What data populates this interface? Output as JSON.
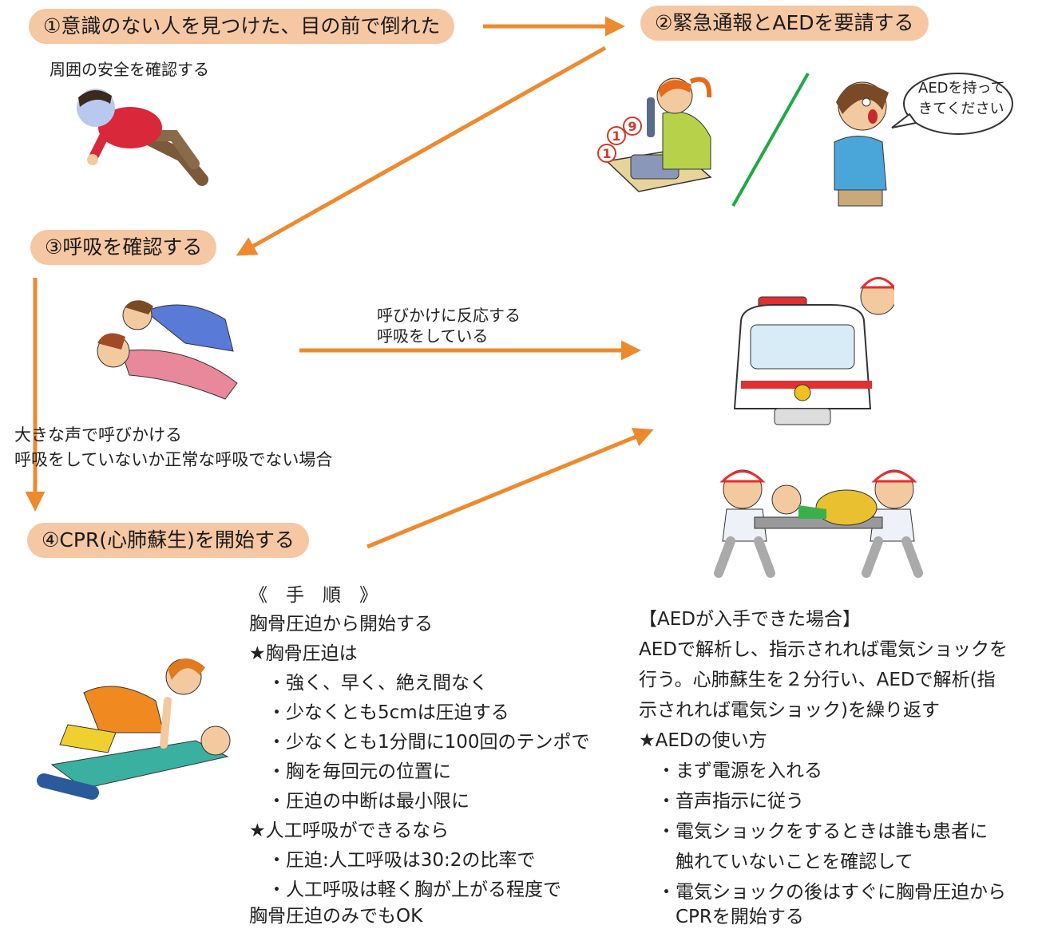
{
  "steps": {
    "s1": "①意識のない人を見つけた、目の前で倒れた",
    "s2": "②緊急通報とAEDを要請する",
    "s3": "③呼吸を確認する",
    "s4": "④CPR(心肺蘇生)を開始する"
  },
  "notes": {
    "safety": "周囲の安全を確認する",
    "speech_line1": "AEDを持って",
    "speech_line2": "きてください",
    "reaction_line1": "呼びかけに反応する",
    "reaction_line2": "呼吸をしている",
    "noreaction_line1": "大きな声で呼びかける",
    "noreaction_line2": "呼吸をしていないか正常な呼吸でない場合",
    "phone_digit_a": "1",
    "phone_digit_b": "1",
    "phone_digit_c": "9"
  },
  "procedure": {
    "title": "《　手　順　》",
    "lines": [
      "胸骨圧迫から開始する",
      "★胸骨圧迫は",
      "　・強く、早く、絶え間なく",
      "　・少なくとも5cmは圧迫する",
      "　・少なくとも1分間に100回のテンポで",
      "　・胸を毎回元の位置に",
      "　・圧迫の中断は最小限に",
      "★人工呼吸ができるなら",
      "　・圧迫:人工呼吸は30:2の比率で",
      "　・人工呼吸は軽く胸が上がる程度で",
      "胸骨圧迫のみでもOK"
    ]
  },
  "aed": {
    "lines": [
      "【AEDが入手できた場合】",
      "AEDで解析し、指示されれば電気ショックを",
      "行う。心肺蘇生を２分行い、AEDで解析(指",
      "示されれば電気ショック)を繰り返す",
      "★AEDの使い方",
      "　・まず電源を入れる",
      "　・音声指示に従う",
      "　・電気ショックをするときは誰も患者に",
      "　　触れていないことを確認して",
      "　・電気ショックの後はすぐに胸骨圧迫から",
      "　　CPRを開始する"
    ]
  },
  "colors": {
    "step_bg": "#f6c7a3",
    "arrow": "#ee8a2e",
    "divider": "#22a844"
  }
}
